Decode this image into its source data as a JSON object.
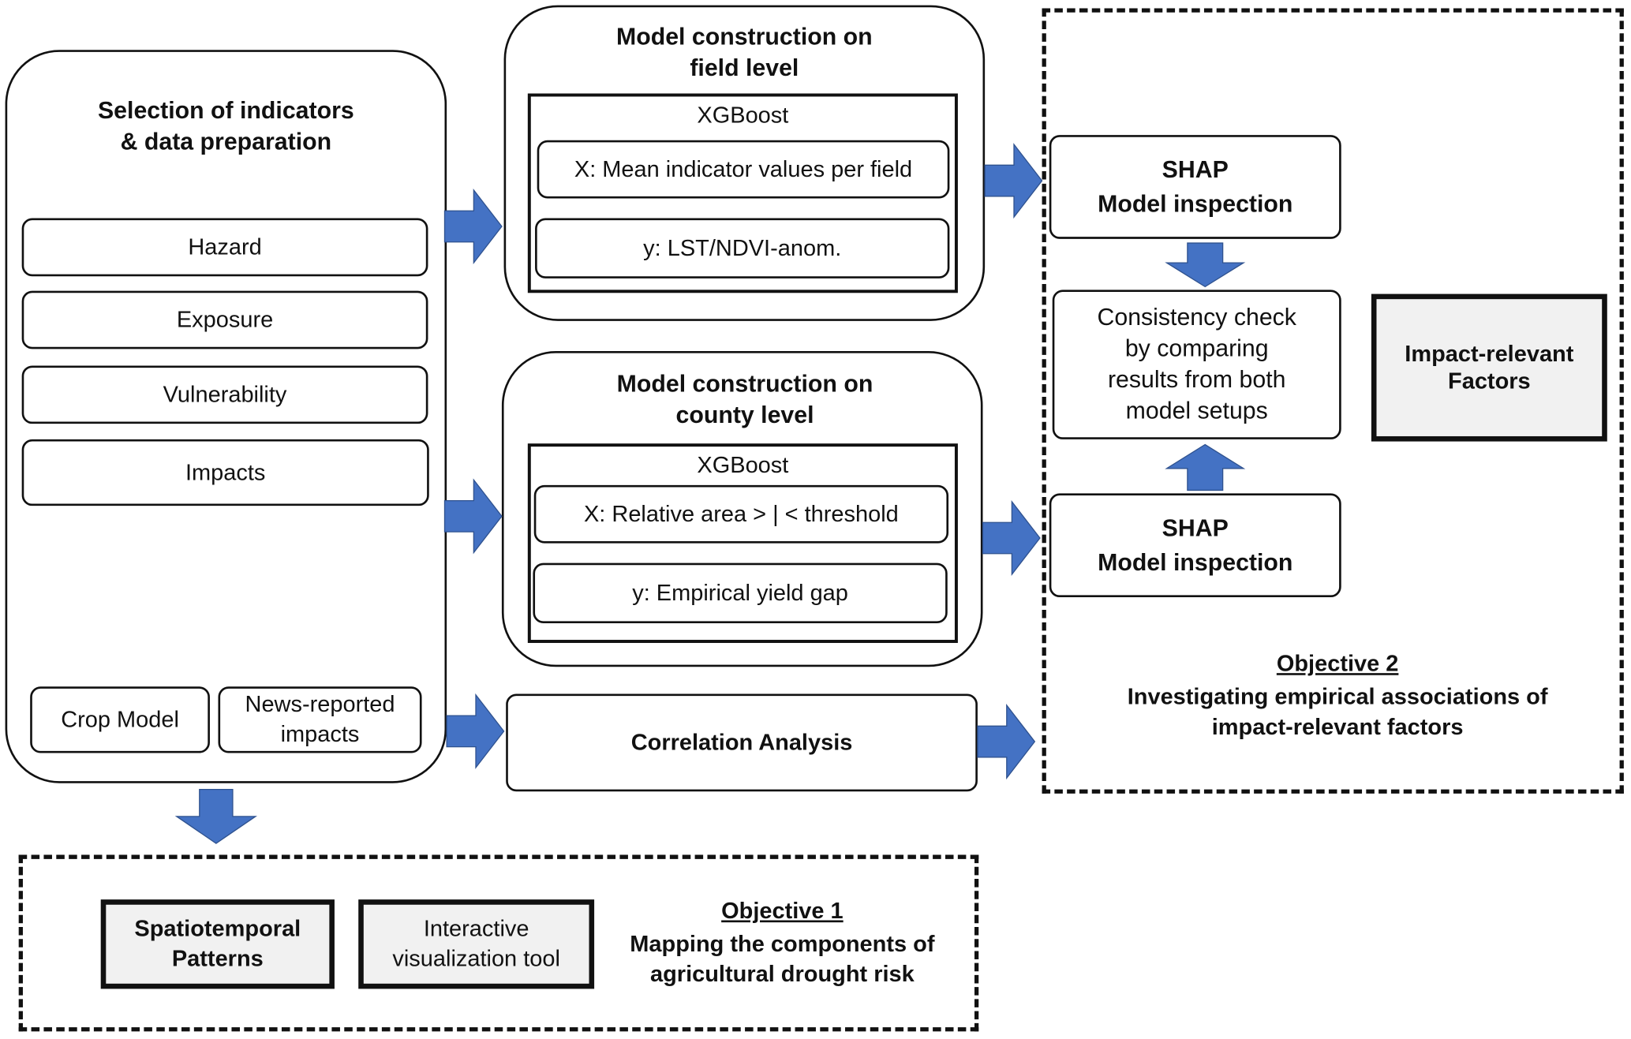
{
  "selection": {
    "title": "Selection of indicators\n& data preparation",
    "items": [
      "Hazard",
      "Exposure",
      "Vulnerability",
      "Impacts"
    ],
    "crop_model": "Crop Model",
    "news": "News-reported\nimpacts"
  },
  "field": {
    "title": "Model construction on\nfield level",
    "algo": "XGBoost",
    "x": "X: Mean indicator values per field",
    "y": "y: LST/NDVI-anom."
  },
  "county": {
    "title": "Model construction on\ncounty level",
    "algo": "XGBoost",
    "x": "X: Relative area > | < threshold",
    "y": "y: Empirical yield gap"
  },
  "correlation": "Correlation Analysis",
  "shap_top": "SHAP\nModel inspection",
  "shap_bottom": "SHAP\nModel inspection",
  "consistency": "Consistency check\nby comparing\nresults from both\nmodel setups",
  "impact_factors": "Impact-relevant\nFactors",
  "objective2": {
    "heading": "Objective 2",
    "text": "Investigating empirical associations of\nimpact-relevant factors"
  },
  "objective1": {
    "heading": "Objective 1",
    "text": "Mapping the components of\nagricultural drought risk",
    "spatio": "Spatiotemporal\nPatterns",
    "tool": "Interactive\nvisualization tool"
  },
  "colors": {
    "arrow": "#4472C4",
    "line": "#111111",
    "highlight_fill": "#f1f1f1"
  }
}
